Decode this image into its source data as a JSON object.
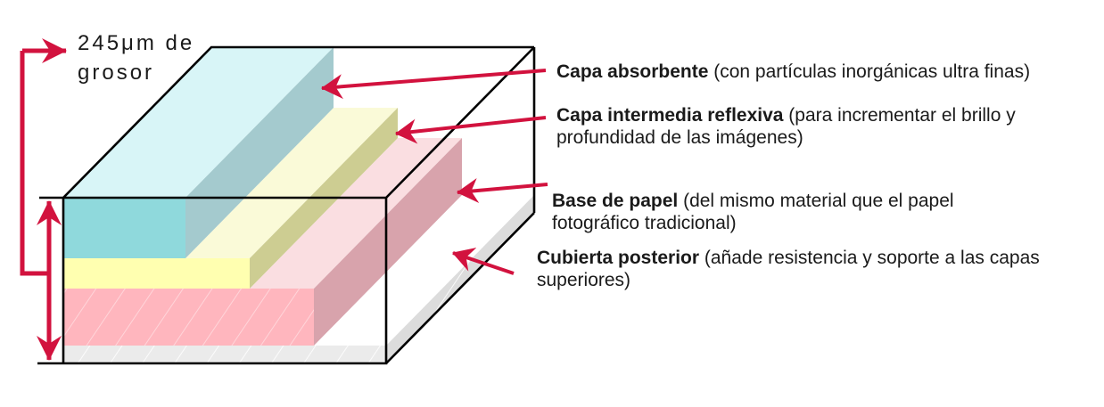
{
  "figure": {
    "title_hint": "photo paper layer structure diagram",
    "thickness": {
      "line1": "245μm de",
      "line2": "grosor"
    },
    "layers": [
      {
        "name": "Capa absorbente",
        "desc1": "(con partículas inorgánicas ultra finas)",
        "desc2": ""
      },
      {
        "name": "Capa intermedia reflexiva",
        "desc1": "(para incrementar el brillo y",
        "desc2": "profundidad de las imágenes)"
      },
      {
        "name": "Base de papel",
        "desc1": "(del mismo material que el papel",
        "desc2": "fotográfico tradicional)"
      },
      {
        "name": "Cubierta posterior",
        "desc1": "(añade resistencia y soporte a las capas",
        "desc2": "superiores)"
      }
    ],
    "colors": {
      "arrow_red": "#D2123E",
      "outline": "#000000",
      "text": "#1A1A1A",
      "cyan_front": "#8FD9DC",
      "cyan_top": "#D8F5F7",
      "cyan_side": "#A4CACE",
      "yellow_front": "#FFFFB0",
      "yellow_top": "#FAFAD8",
      "yellow_side": "#CDCD92",
      "pink_front": "#FFB6BE",
      "pink_top": "#FADEE1",
      "pink_side": "#D8A3AC",
      "gray_front": "#EBEBEB",
      "gray_side": "#DCDCDC"
    }
  }
}
